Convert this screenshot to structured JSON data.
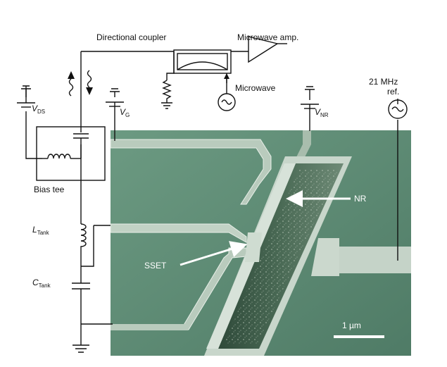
{
  "labels": {
    "directional_coupler": "Directional coupler",
    "microwave_amp": "Microwave amp.",
    "microwave": "Microwave",
    "ref_freq": "21 MHz",
    "ref_suffix": "ref.",
    "vds_main": "V",
    "vds_sub": "DS",
    "vg_main": "V",
    "vg_sub": "G",
    "vnr_main": "V",
    "vnr_sub": "NR",
    "bias_tee": "Bias tee",
    "ltank_main": "L",
    "ltank_sub": "Tank",
    "ctank_main": "C",
    "ctank_sub": "Tank",
    "nr": "NR",
    "sset": "SSET",
    "scale_bar": "1 µm"
  },
  "colors": {
    "micrograph_bg": "#5e8e76",
    "electrode": "#b9cbbd",
    "trench": "#3f5e4b",
    "ink": "#111111"
  }
}
